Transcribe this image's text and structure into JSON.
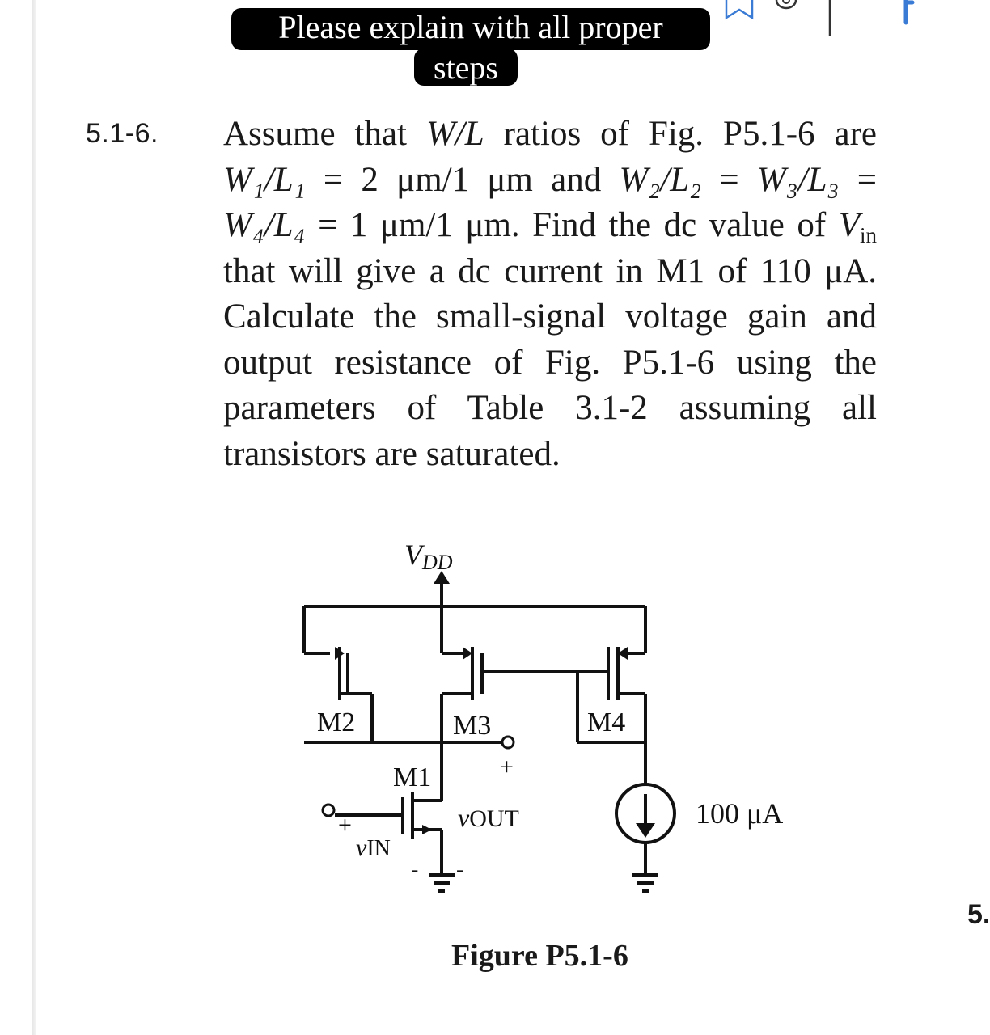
{
  "caption": {
    "line1": "Please explain with all proper",
    "line2": "steps"
  },
  "problem": {
    "number": "5.1-6.",
    "text_parts": {
      "p1": "Assume that ",
      "wl": "W/L",
      "p2": " ratios of Fig. P5.1-6 are",
      "w1l1": "W₁/L₁",
      "p3": " = 2 μm/1 μm and ",
      "w2l2": "W₂/L₂",
      "p4": " = ",
      "w3l3": "W₃/L₃",
      "p5": " =",
      "w4l4": "W₄/L₄",
      "p6": " = 1 μm/1 μm. Find the dc value of ",
      "vin": "V",
      "vin_sub": "in",
      "p7": " that will give a dc current in M1 of 110 μA. Calculate the small-signal voltage gain and output resistance of Fig. P5.1-6 using the parameters of Table 3.1-2 assuming all transistors are saturated."
    }
  },
  "figure": {
    "vdd_label": "V",
    "vdd_sub": "DD",
    "m1": "M1",
    "m2": "M2",
    "m3": "M3",
    "m4": "M4",
    "vout": "v",
    "vout_sub": "OUT",
    "vin": "v",
    "vin_sub": "IN",
    "plus": "+",
    "minus": "-",
    "current": "100 μA",
    "caption": "Figure P5.1-6"
  },
  "side_number": "5."
}
